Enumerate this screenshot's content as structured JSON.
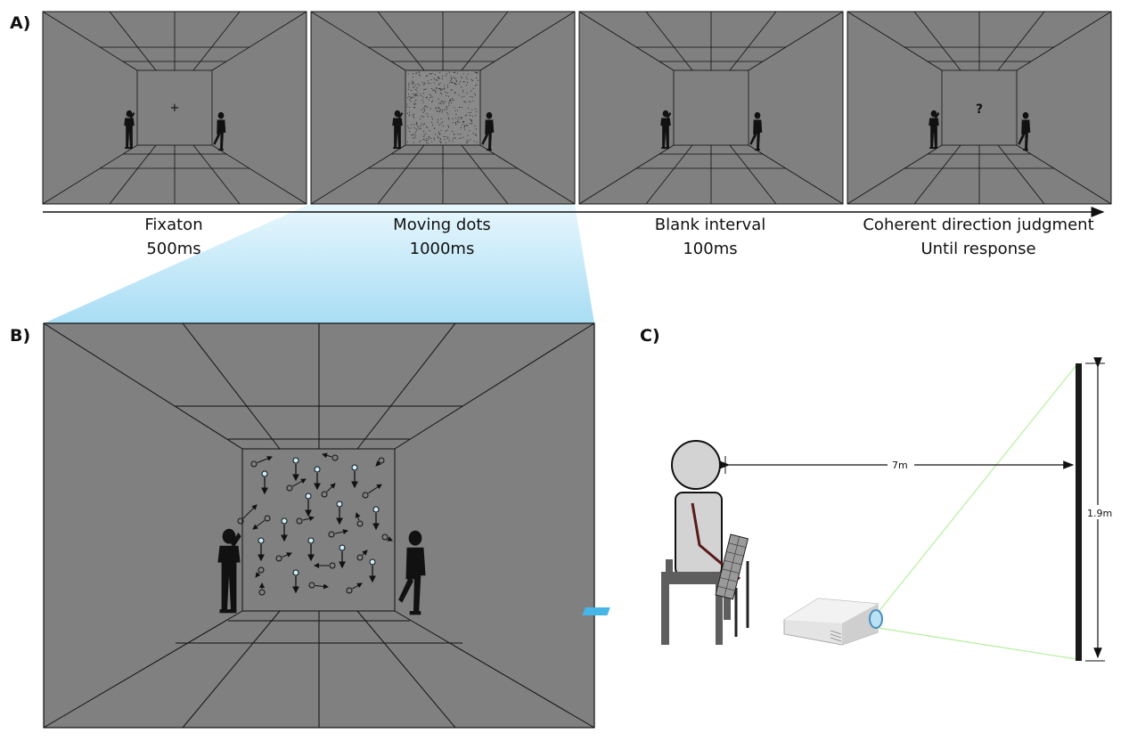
{
  "panels": {
    "a": "A)",
    "b": "B)",
    "c": "C)"
  },
  "timeline": [
    {
      "label": "Fixaton",
      "duration": "500ms"
    },
    {
      "label": "Moving dots",
      "duration": "1000ms"
    },
    {
      "label": "Blank interval",
      "duration": "100ms"
    },
    {
      "label": "Coherent direction judgment",
      "duration": "Until response"
    }
  ],
  "frames": {
    "fixation_mark": "+",
    "question_mark": "?"
  },
  "setup": {
    "distance": "7m",
    "screen_height": "1.9m"
  },
  "colors": {
    "room": "#808080",
    "dot_highlight": "#c9ecf8",
    "zoom_gradient": "#9fd8f2",
    "projector_beam": "#9be88a"
  }
}
